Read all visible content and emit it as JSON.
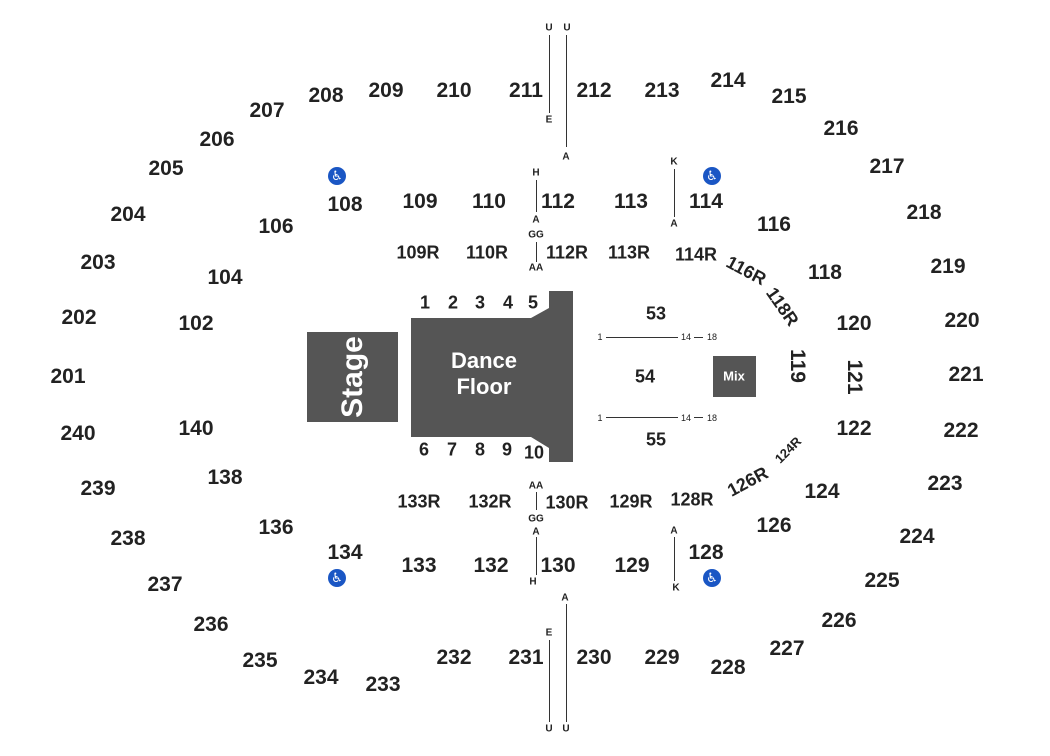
{
  "colors": {
    "block": "#555555",
    "accessible": "#1a56c4",
    "text": "#222222"
  },
  "stage": {
    "label": "Stage"
  },
  "dance_floor": {
    "label_line1": "Dance",
    "label_line2": "Floor"
  },
  "mix": {
    "label": "Mix"
  },
  "accessible_icon": "wheelchair-icon",
  "sections": {
    "s201": "201",
    "s202": "202",
    "s203": "203",
    "s204": "204",
    "s205": "205",
    "s206": "206",
    "s207": "207",
    "s208": "208",
    "s209": "209",
    "s210": "210",
    "s211": "211",
    "s212": "212",
    "s213": "213",
    "s214": "214",
    "s215": "215",
    "s216": "216",
    "s217": "217",
    "s218": "218",
    "s219": "219",
    "s220": "220",
    "s221": "221",
    "s222": "222",
    "s223": "223",
    "s224": "224",
    "s225": "225",
    "s226": "226",
    "s227": "227",
    "s228": "228",
    "s229": "229",
    "s230": "230",
    "s231": "231",
    "s232": "232",
    "s233": "233",
    "s234": "234",
    "s235": "235",
    "s236": "236",
    "s237": "237",
    "s238": "238",
    "s239": "239",
    "s240": "240",
    "s102": "102",
    "s104": "104",
    "s106": "106",
    "s108": "108",
    "s109": "109",
    "s110": "110",
    "s112": "112",
    "s113": "113",
    "s114": "114",
    "s116": "116",
    "s118": "118",
    "s119": "119",
    "s120": "120",
    "s121": "121",
    "s122": "122",
    "s124": "124",
    "s126": "126",
    "s128": "128",
    "s129": "129",
    "s130": "130",
    "s132": "132",
    "s133": "133",
    "s134": "134",
    "s136": "136",
    "s138": "138",
    "s140": "140",
    "s109R": "109R",
    "s110R": "110R",
    "s112R": "112R",
    "s113R": "113R",
    "s114R": "114R",
    "s116R": "116R",
    "s118R": "118R",
    "s133R": "133R",
    "s132R": "132R",
    "s130R": "130R",
    "s129R": "129R",
    "s128R": "128R",
    "s126R": "126R",
    "s124R": "124R",
    "f1": "1",
    "f2": "2",
    "f3": "3",
    "f4": "4",
    "f5": "5",
    "f6": "6",
    "f7": "7",
    "f8": "8",
    "f9": "9",
    "f10": "10",
    "f53": "53",
    "f54": "54",
    "f55": "55"
  },
  "rows": {
    "u": "U",
    "e": "E",
    "a": "A",
    "h": "H",
    "gg": "GG",
    "aa": "AA",
    "k": "K"
  },
  "seat_markers": {
    "one": "1",
    "fourteen": "14",
    "eighteen": "18"
  }
}
